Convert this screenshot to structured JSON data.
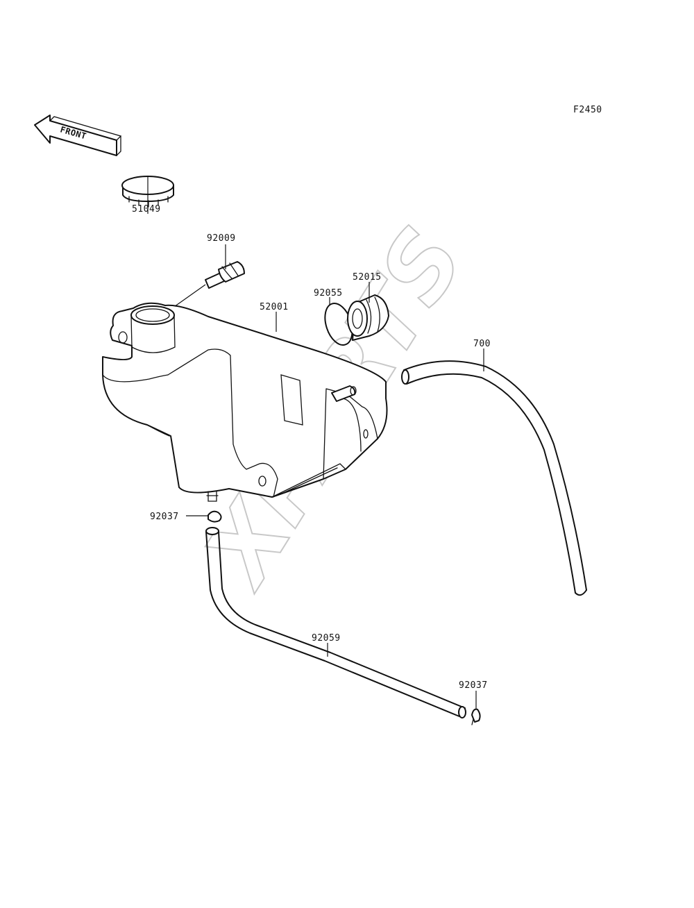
{
  "figure_code": "F2450",
  "front_arrow_label": "FRONT",
  "watermark": "XPARTS",
  "colors": {
    "ink": "#111111",
    "watermark": "#c8c8c8",
    "background": "#ffffff"
  },
  "parts": [
    {
      "id": "cap",
      "number": "51049"
    },
    {
      "id": "fitting",
      "number": "92009"
    },
    {
      "id": "o-ring",
      "number": "92055"
    },
    {
      "id": "plug",
      "number": "52015"
    },
    {
      "id": "reserve-tank",
      "number": "52001"
    },
    {
      "id": "overflow-hose",
      "number": "700"
    },
    {
      "id": "clamp-upper",
      "number": "92037"
    },
    {
      "id": "drain-hose",
      "number": "92059"
    },
    {
      "id": "clamp-lower",
      "number": "92037"
    }
  ]
}
